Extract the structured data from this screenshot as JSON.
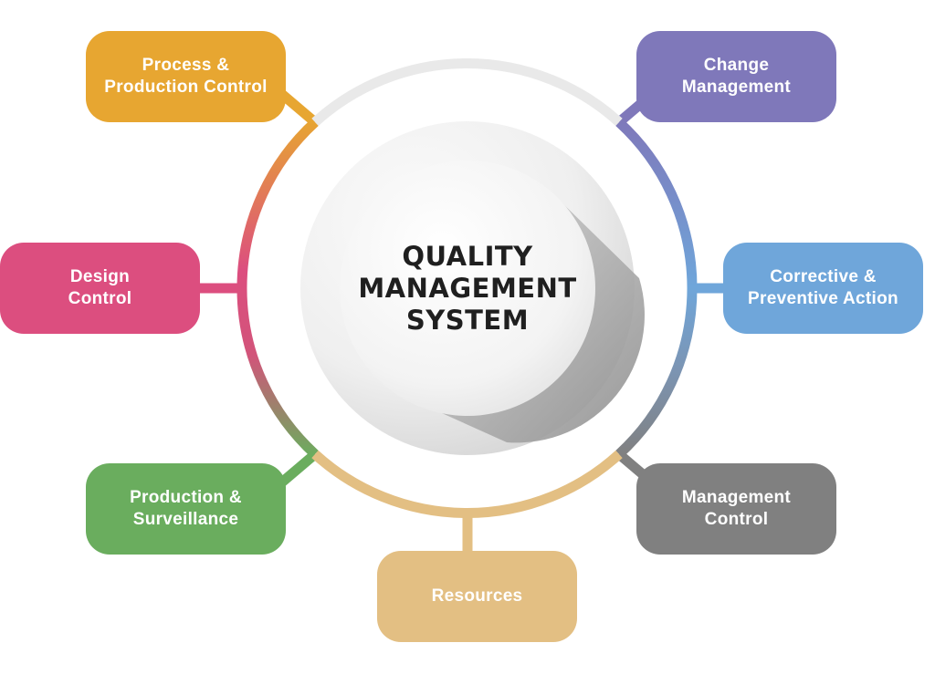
{
  "center": {
    "title_lines": [
      "QUALITY",
      "MANAGEMENT",
      "SYSTEM"
    ]
  },
  "nodes": {
    "process_production_control": {
      "lines": [
        "Process &",
        "Production Control"
      ],
      "color": "#E7A631"
    },
    "change_management": {
      "lines": [
        "Change",
        "Management"
      ],
      "color": "#7F78BA"
    },
    "design_control": {
      "lines": [
        "Design",
        "Control"
      ],
      "color": "#DC4E7F"
    },
    "corrective_preventive_action": {
      "lines": [
        "Corrective &",
        "Preventive Action"
      ],
      "color": "#6FA6DA"
    },
    "production_surveillance": {
      "lines": [
        "Production &",
        "Surveillance"
      ],
      "color": "#6AAD5E"
    },
    "management_control": {
      "lines": [
        "Management",
        "Control"
      ],
      "color": "#808080"
    },
    "resources": {
      "lines": [
        "Resources"
      ],
      "color": "#E3BF83"
    }
  },
  "colors": {
    "ring_top": "#E9E9E9",
    "center_text": "#1F1F1F"
  }
}
